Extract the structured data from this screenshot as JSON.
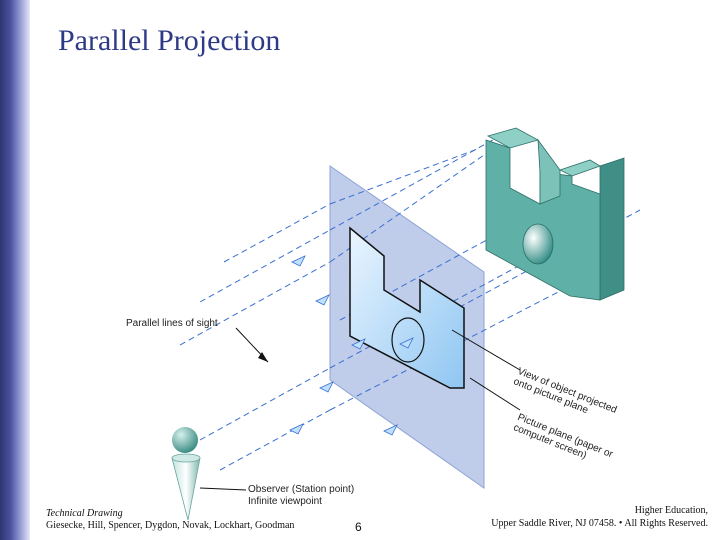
{
  "slide": {
    "title": "Parallel Projection",
    "slide_number": "6"
  },
  "figure": {
    "label_parallel_lines": "Parallel lines of sight",
    "label_view": "View of object projected onto picture plane",
    "label_picture_plane": "Picture plane (paper or computer screen)",
    "label_observer_1": "Observer (Station point)",
    "label_observer_2": "Infinite viewpoint"
  },
  "footer": {
    "left_line1": "Technical Drawing",
    "left_line2": "Giesecke, Hill, Spencer, Dygdon, Novak, Lockhart, Goodman",
    "right_line1": "Higher Education,",
    "right_line2": "Upper Saddle River, NJ 07458. • All Rights Reserved."
  },
  "colors": {
    "accent": "#2e3a86",
    "plane": "#a9bce4",
    "object": "#5fb0a6",
    "projection": "#b9dcf7",
    "sight_lines": "#3a6fd0"
  }
}
